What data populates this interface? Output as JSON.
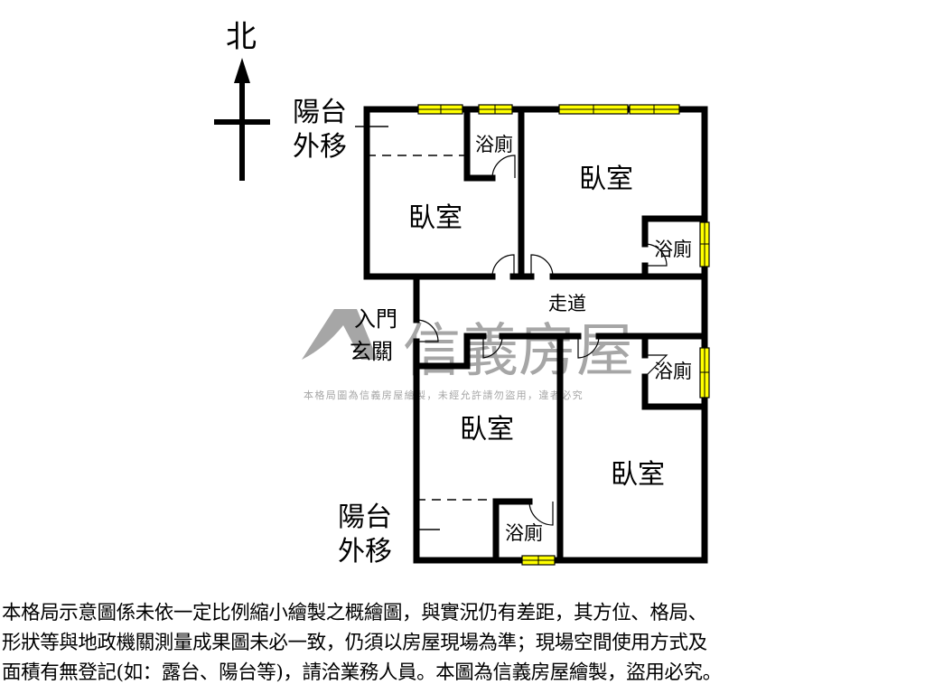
{
  "compass": {
    "north_label": "北"
  },
  "watermark": {
    "brand": "信義房屋",
    "notice": "本格局圖為信義房屋繪製，未經允許請勿盜用，違者必究",
    "color": "#a6a6a6"
  },
  "rooms": [
    {
      "id": "bedroom-nw",
      "label": "臥室"
    },
    {
      "id": "bedroom-ne",
      "label": "臥室"
    },
    {
      "id": "bedroom-sw",
      "label": "臥室"
    },
    {
      "id": "bedroom-se",
      "label": "臥室"
    },
    {
      "id": "bath-nw",
      "label": "浴廁"
    },
    {
      "id": "bath-ne",
      "label": "浴廁"
    },
    {
      "id": "bath-se",
      "label": "浴廁"
    },
    {
      "id": "bath-sw",
      "label": "浴廁"
    },
    {
      "id": "corridor",
      "label": "走道"
    }
  ],
  "annotations": {
    "balcony_top": [
      "陽台",
      "外移"
    ],
    "balcony_bottom": [
      "陽台",
      "外移"
    ],
    "entrance": [
      "入門",
      "玄關"
    ]
  },
  "colors": {
    "wall": "#000000",
    "window": "#ffff00"
  },
  "disclaimer": [
    "本格局示意圖係未依一定比例縮小繪製之概繪圖，與實況仍有差距，其方位、格局、",
    "形狀等與地政機關測量成果圖未必一致，仍須以房屋現場為準；現場空間使用方式及",
    "面積有無登記(如：露台、陽台等)，請洽業務人員。本圖為信義房屋繪製，盜用必究。"
  ]
}
